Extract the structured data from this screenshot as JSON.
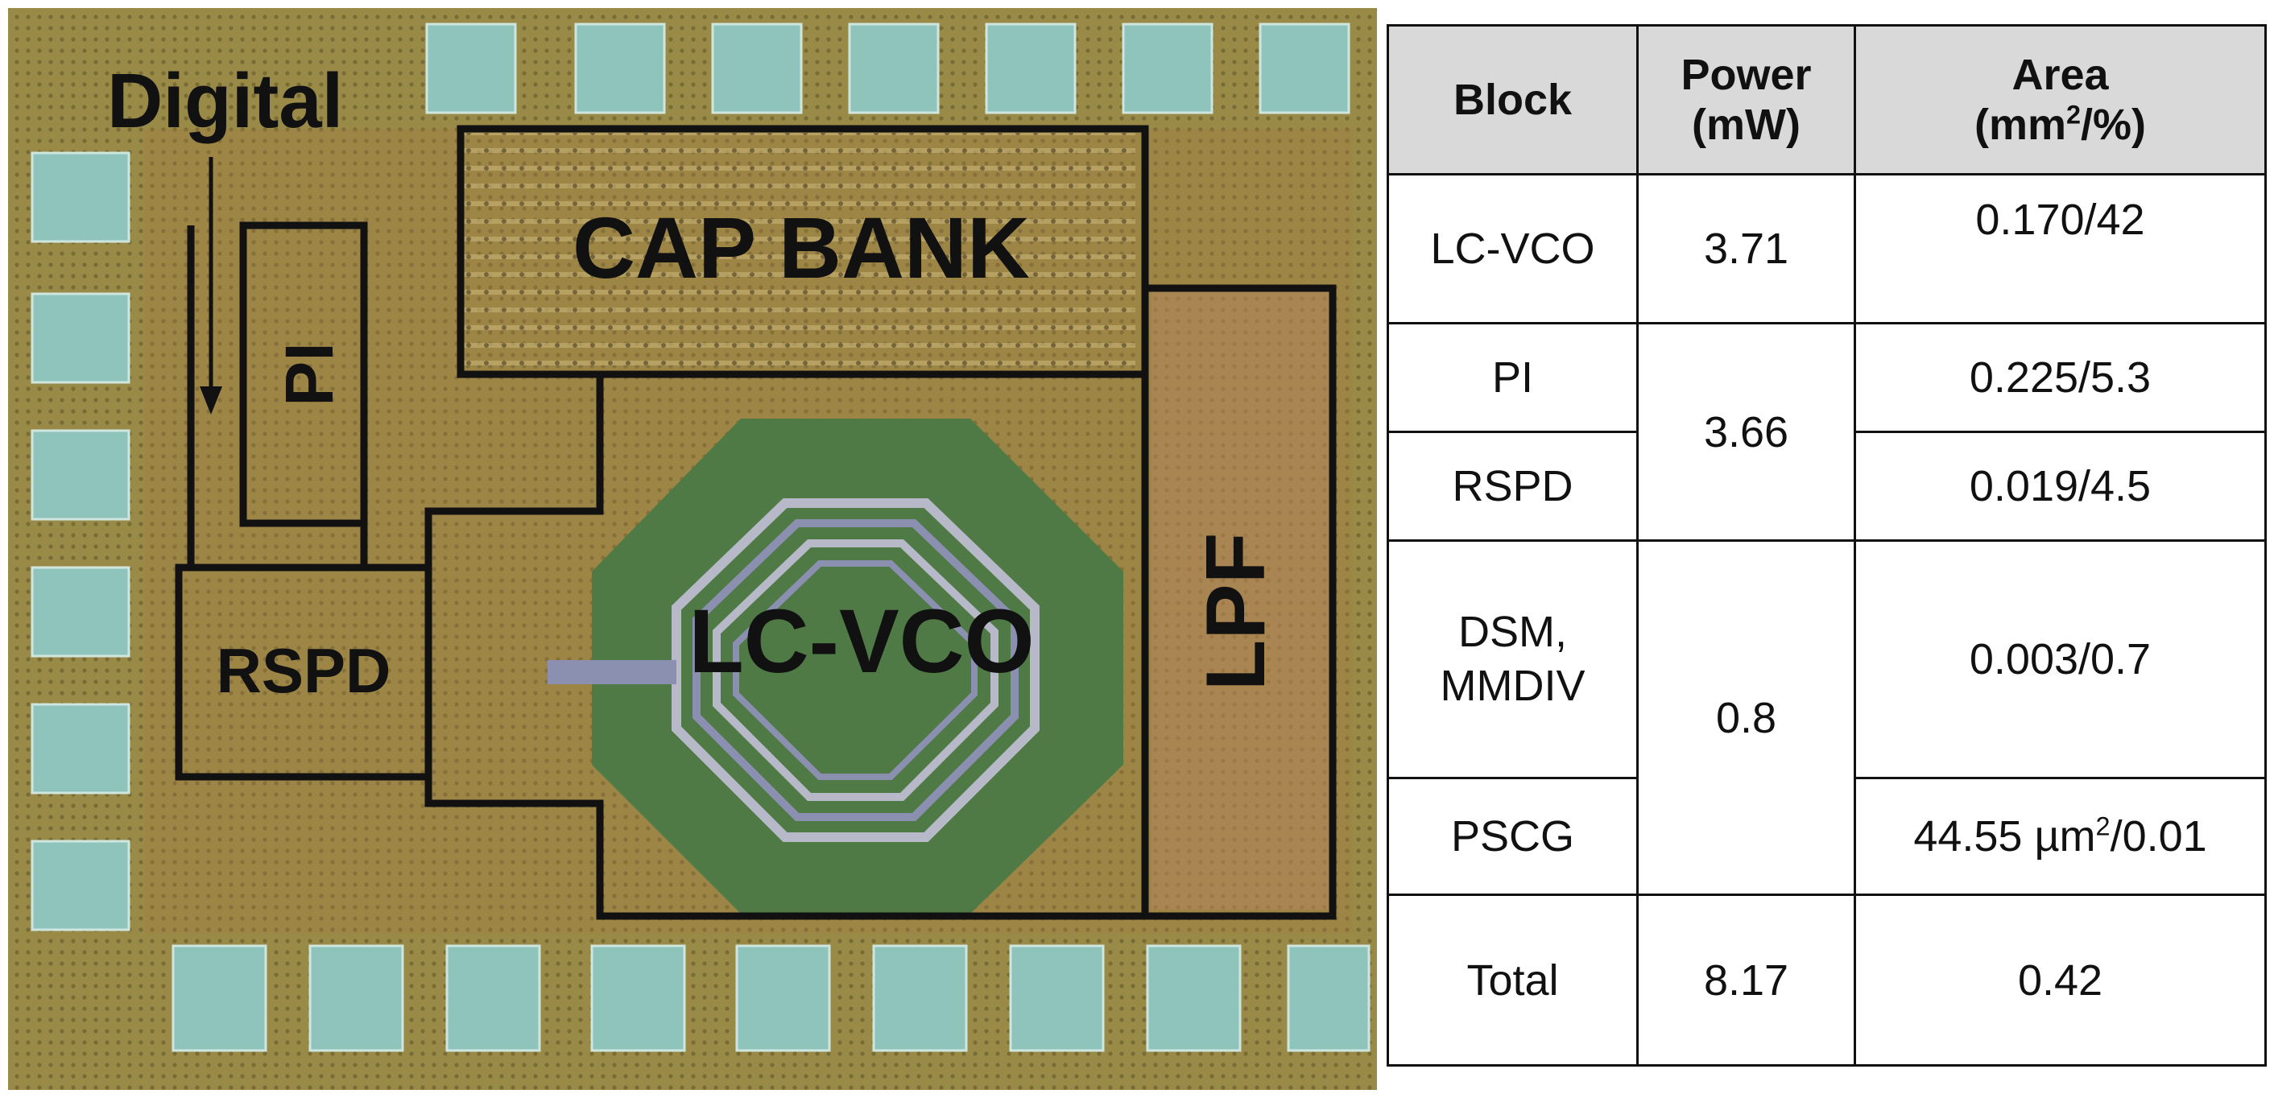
{
  "die_labels": {
    "digital": "Digital",
    "pi": "PI",
    "rspd": "RSPD",
    "cap_bank": "CAP BANK",
    "lc_vco": "LC-VCO",
    "lpf": "LPF"
  },
  "table": {
    "headers": {
      "block": "Block",
      "power_line1": "Power",
      "power_line2": "(mW)",
      "area_line1": "Area",
      "area_line2_pre": "(mm",
      "area_line2_sup": "2",
      "area_line2_post": "/%)"
    },
    "rows": {
      "lcvco": {
        "block": "LC-VCO",
        "power": "3.71",
        "area": "0.170/42"
      },
      "pi": {
        "block": "PI",
        "power": "3.66",
        "area": "0.225/5.3"
      },
      "rspd": {
        "block": "RSPD",
        "area": "0.019/4.5"
      },
      "dsm": {
        "block_line1": "DSM,",
        "block_line2": "MMDIV",
        "power": "0.8",
        "area": "0.003/0.7"
      },
      "pscg": {
        "block": "PSCG",
        "area_pre": "44.55 µm",
        "area_sup": "2",
        "area_post": "/0.01"
      },
      "total": {
        "block": "Total",
        "power": "8.17",
        "area": "0.42"
      }
    }
  },
  "colors": {
    "die_background": "#9a8a48",
    "inductor_fill": "#4f7a46",
    "pad": "#8fc4bc",
    "outline": "#111111",
    "header_fill": "#d9d9d9"
  }
}
